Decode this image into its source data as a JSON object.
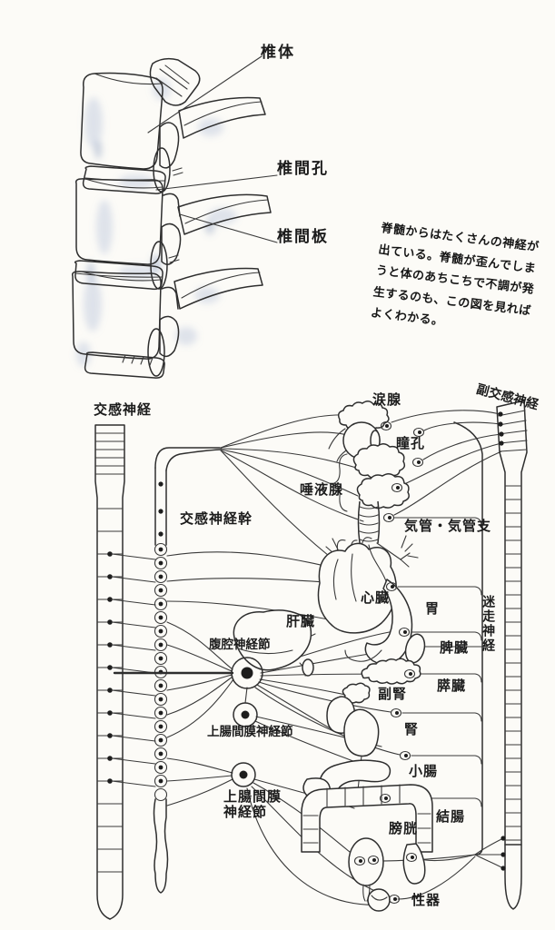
{
  "colors": {
    "paper": "#fcfbf7",
    "ink": "#2e2e2e",
    "shade_blue": "#8fa3c9"
  },
  "spine_figure": {
    "label_vertebral_body": "椎体",
    "label_intervertebral_foramen": "椎間孔",
    "label_intervertebral_disc": "椎間板"
  },
  "caption": {
    "line1": "脊髄からはたくさんの神経が",
    "line2": "出ている。脊髄が歪んでしま",
    "line3": "うと体のあちこちで不調が発",
    "line4": "生するのも、この図を見れば",
    "line5": "よくわかる。"
  },
  "nerve_diagram": {
    "sympathetic": "交感神経",
    "parasympathetic": "副交感神経",
    "sympathetic_trunk": "交感神経幹",
    "vagus": "迷走神経",
    "celiac_ganglion": "腹腔神経節",
    "sup_mesenteric_ganglion": "上腸間膜神経節",
    "inf_mesenteric_l1": "上腸間膜",
    "inf_mesenteric_l2": "神経節",
    "organ_lacrimal": "涙腺",
    "organ_pupil": "瞳孔",
    "organ_salivary": "唾液腺",
    "organ_trachea": "気管・気管支",
    "organ_heart": "心臓",
    "organ_stomach": "胃",
    "organ_liver": "肝臓",
    "organ_spleen": "脾臓",
    "organ_pancreas": "膵臓",
    "organ_adrenal": "副腎",
    "organ_kidney": "腎",
    "organ_small_intestine": "小腸",
    "organ_colon": "結腸",
    "organ_bladder": "膀胱",
    "organ_genitals": "性器"
  }
}
